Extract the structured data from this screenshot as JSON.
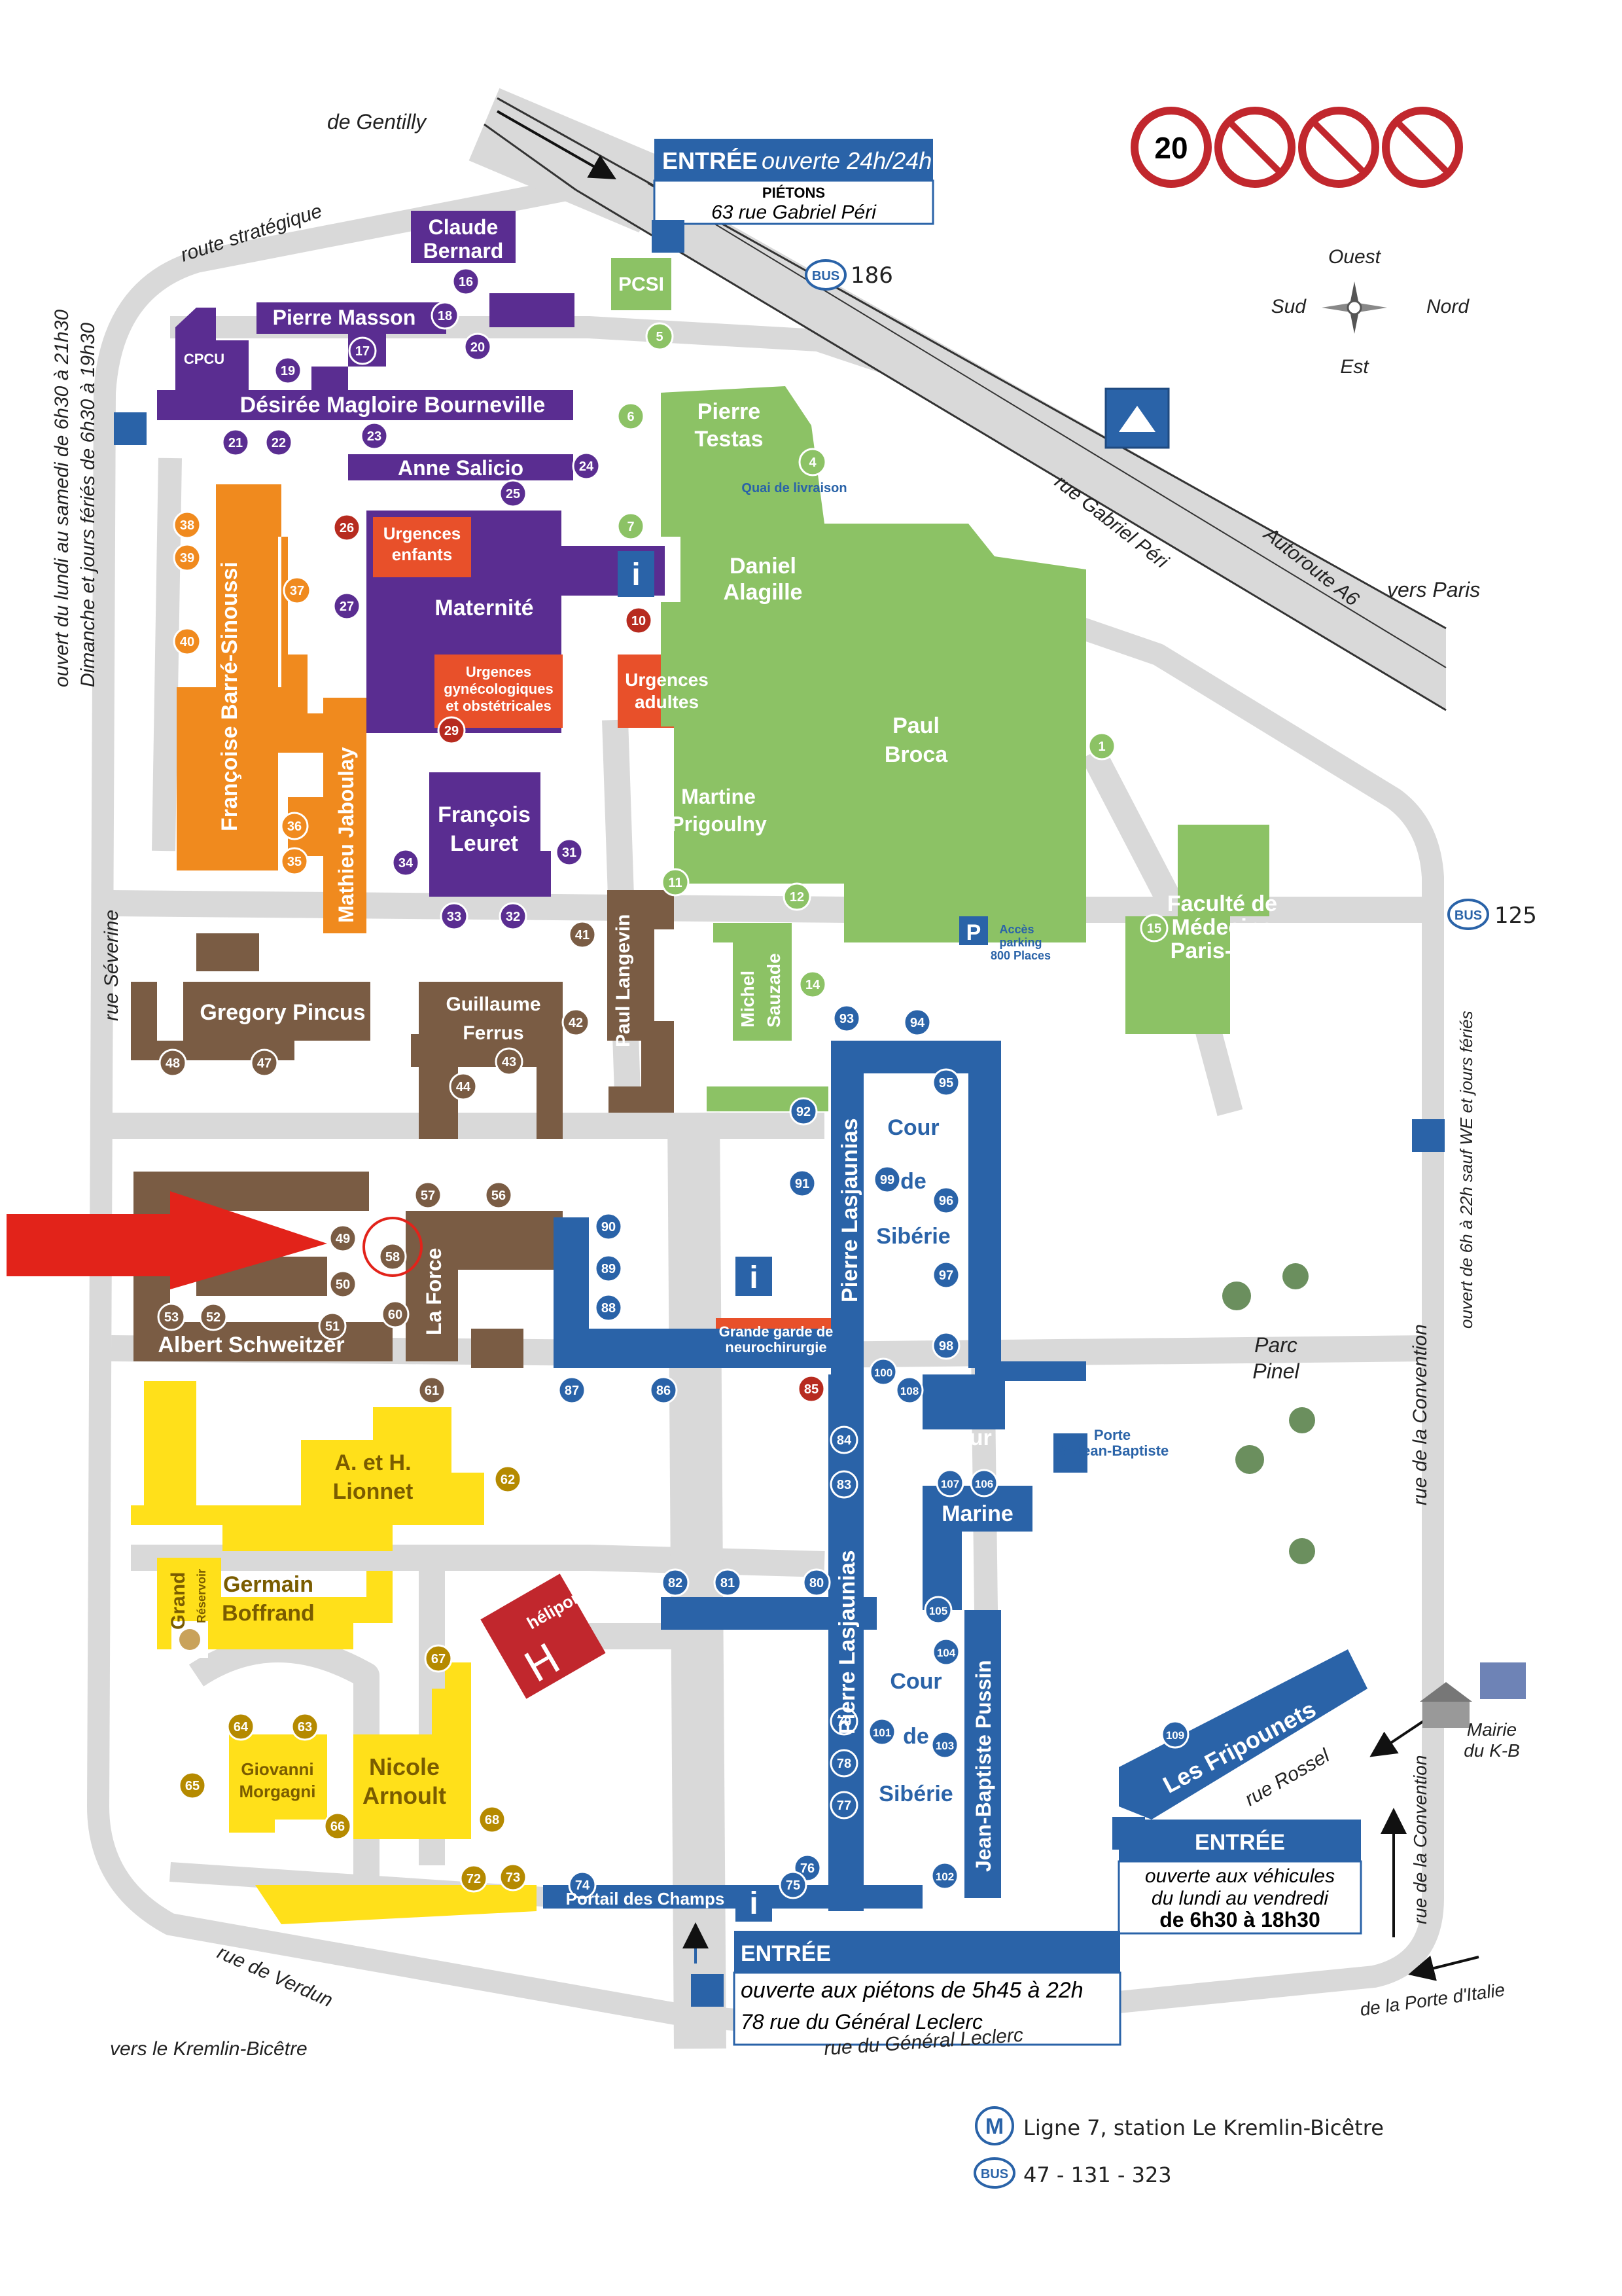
{
  "colors": {
    "purple": "#5a2d91",
    "orange": "#f08a1e",
    "green": "#8cc265",
    "brown": "#7a5c44",
    "blue": "#2a63a8",
    "yellow": "#ffe01a",
    "red_marker": "#b72b1f",
    "road": "#d9d9d9",
    "arrow": "#e2231a"
  },
  "signs": {
    "speed_limit": "20",
    "icons": [
      "no-horn-icon",
      "no-smoking-icon",
      "no-dogs-icon"
    ]
  },
  "roads": {
    "gentilly": "de Gentilly",
    "route_strategique": "route stratégique",
    "gabriel_peri": "rue Gabriel Péri",
    "autoroute": "Autoroute A6",
    "vers_paris": "vers Paris",
    "severine": "rue Séverine",
    "convention1": "rue de la Convention",
    "convention2": "rue de la Convention",
    "rossel": "rue Rossel",
    "verdun": "rue de Verdun",
    "leclerc": "rue du Général Leclerc",
    "kremlin": "vers le Kremlin-Bicêtre",
    "porte_italie": "de la Porte d'Italie",
    "hours_left_1": "ouvert du lundi au samedi de 6h30 à 21h30",
    "hours_left_2": "Dimanche et jours fériés de 6h30 à 19h30",
    "hours_right": "ouvert de 6h à 22h sauf WE et jours fériés"
  },
  "compass": {
    "ouest": "Ouest",
    "sud": "Sud",
    "nord": "Nord",
    "est": "Est"
  },
  "bus": {
    "label": "BUS",
    "line_186": "186",
    "line_125": "125"
  },
  "entrances": {
    "top": {
      "title": "ENTRÉE",
      "sub": "ouverte 24h/24h",
      "l1": "PIÉTONS",
      "l2": "63 rue Gabriel Péri"
    },
    "right": {
      "title": "ENTRÉE",
      "l1": "ouverte  aux véhicules",
      "l2": "du lundi au vendredi",
      "l3": "de 6h30 à 18h30"
    },
    "bottom": {
      "title": "ENTRÉE",
      "l1": "ouverte aux piétons de 5h45 à 22h",
      "l2": "78 rue du Général Leclerc"
    }
  },
  "buildings": {
    "claude_bernard": [
      "Claude",
      "Bernard"
    ],
    "pierre_masson": "Pierre Masson",
    "cpcu": "CPCU",
    "bourneville": "Désirée Magloire Bourneville",
    "anne_salicio": "Anne Salicio",
    "urgences_enfants": [
      "Urgences",
      "enfants"
    ],
    "maternite": "Maternité",
    "urgences_gyneco": [
      "Urgences",
      "gynécologiques",
      "et obstétricales"
    ],
    "barre_sinoussi": "Françoise Barré-Sinoussi",
    "mathieu_jaboulay": "Mathieu Jaboulay",
    "francois_leuret": [
      "François",
      "Leuret"
    ],
    "pcsi": "PCSI",
    "pierre_testas": [
      "Pierre",
      "Testas"
    ],
    "quai": "Quai de livraison",
    "daniel_alagille": [
      "Daniel",
      "Alagille"
    ],
    "urgences_adultes": [
      "Urgences",
      "adultes"
    ],
    "paul_broca": [
      "Paul",
      "Broca"
    ],
    "martine_prigoulny": [
      "Martine",
      "Prigoulny"
    ],
    "parking": [
      "Accès",
      "parking",
      "800 Places"
    ],
    "faculte": [
      "Faculté de",
      "Médecine",
      "Paris-Sud"
    ],
    "michel_sauzade": [
      "Michel",
      "Sauzade"
    ],
    "gregory_pincus": "Gregory Pincus",
    "guillaume_ferrus": [
      "Guillaume",
      "Ferrus"
    ],
    "paul_langevin": "Paul Langevin",
    "albert_schweitzer": "Albert Schweitzer",
    "la_force": "La Force",
    "grande_garde": [
      "Grande garde de",
      "neurochirurgie"
    ],
    "pierre_lasjaunias": "Pierre Lasjaunias",
    "cour_siberie": [
      "Cour",
      "de",
      "Sibérie"
    ],
    "azur": "Azur",
    "porte_st_jean": [
      "Porte",
      "St Jean-Baptiste"
    ],
    "marine": "Marine",
    "jean_baptiste_pussin": "Jean-Baptiste Pussin",
    "lionnet": [
      "A. et H.",
      "Lionnet"
    ],
    "grand_reservoir": [
      "Grand",
      "Réservoir"
    ],
    "germain_boffrand": [
      "Germain",
      "Boffrand"
    ],
    "heliport": "héliport",
    "heliport_h": "H",
    "giovanni_morgagni": [
      "Giovanni",
      "Morgagni"
    ],
    "nicole_arnoult": [
      "Nicole",
      "Arnoult"
    ],
    "portail": "Portail des Champs",
    "fripounets": "Les Fripounets",
    "parc_pinel": [
      "Parc",
      "Pinel"
    ],
    "mairie": [
      "Mairie",
      "du K-B"
    ]
  },
  "markers": {
    "purple": [
      "16",
      "17",
      "18",
      "19",
      "20",
      "21",
      "22",
      "23",
      "24",
      "25",
      "27",
      "31",
      "32",
      "33",
      "34"
    ],
    "orange": [
      "35",
      "36",
      "37",
      "38",
      "39",
      "40"
    ],
    "green": [
      "1",
      "4",
      "5",
      "6",
      "7",
      "11",
      "12",
      "14",
      "15"
    ],
    "brown": [
      "41",
      "42",
      "43",
      "44",
      "47",
      "48",
      "49",
      "50",
      "51",
      "52",
      "53",
      "56",
      "57",
      "58",
      "60",
      "61"
    ],
    "blue": [
      "76",
      "77",
      "78",
      "79",
      "80",
      "81",
      "82",
      "83",
      "84",
      "86",
      "87",
      "88",
      "89",
      "90",
      "91",
      "92",
      "93",
      "94",
      "95",
      "96",
      "97",
      "98",
      "99",
      "100",
      "101",
      "102",
      "103",
      "104",
      "105",
      "106",
      "107",
      "108",
      "109",
      "74",
      "75"
    ],
    "red": [
      "10",
      "26",
      "29",
      "85"
    ],
    "yellow": [
      "62",
      "63",
      "64",
      "65",
      "66",
      "67",
      "68",
      "72",
      "73"
    ]
  },
  "legend": {
    "metro_letter": "M",
    "metro": "Ligne 7, station Le Kremlin-Bicêtre",
    "bus": "47  -  131  -  323"
  }
}
